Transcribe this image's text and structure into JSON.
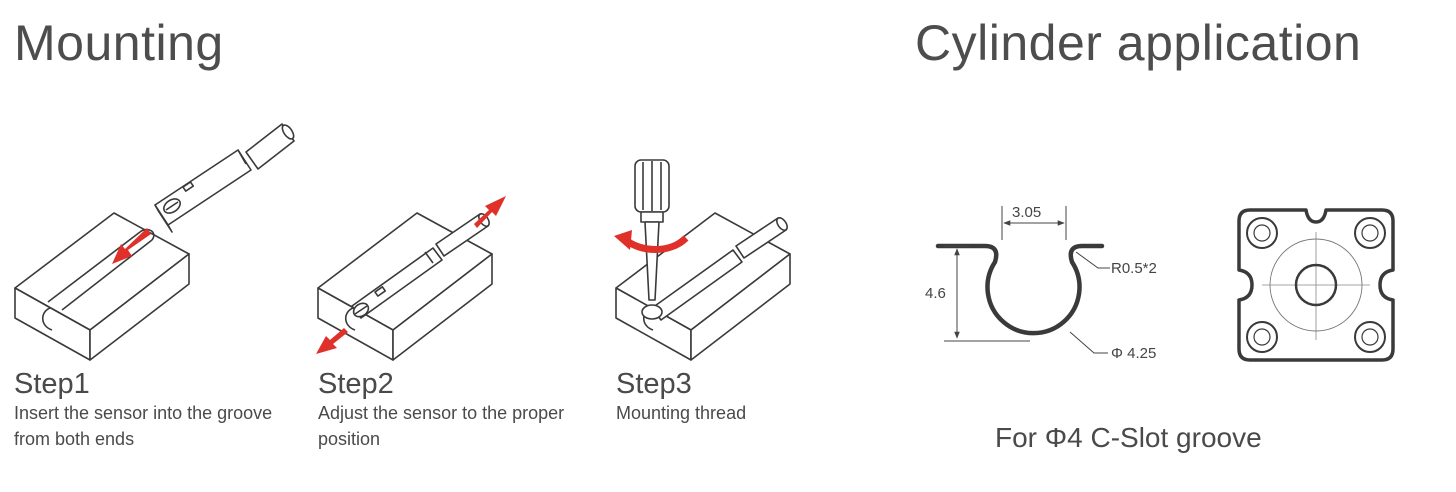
{
  "titles": {
    "mounting": "Mounting",
    "cylinder": "Cylinder application"
  },
  "steps": [
    {
      "name": "Step1",
      "description": "Insert the sensor into the groove from both ends"
    },
    {
      "name": "Step2",
      "description": "Adjust the sensor to the proper position"
    },
    {
      "name": "Step3",
      "description": "Mounting thread"
    }
  ],
  "slot_drawing": {
    "width_label": "3.05",
    "height_label": "4.6",
    "radius_label": "R0.5*2",
    "diameter_label": "Φ 4.25"
  },
  "caption": "For Φ4 C-Slot groove",
  "colors": {
    "arrow": "#e0302a",
    "line": "#3a3a3a",
    "text": "#4a4a4a"
  }
}
